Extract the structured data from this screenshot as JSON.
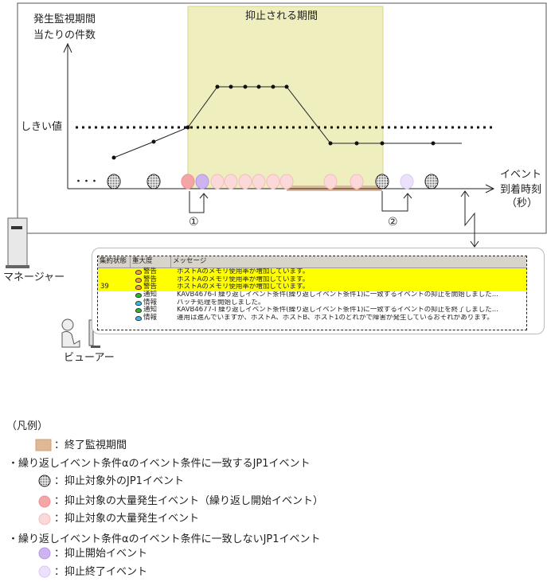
{
  "diagram": {
    "y_axis_label_line1": "発生監視期間",
    "y_axis_label_line2": "当たりの件数",
    "suppressed_period_label": "抑止される期間",
    "threshold_label": "しきい値",
    "x_axis_label_line1": "イベント",
    "x_axis_label_line2": "到着時刻",
    "x_axis_label_line3": "（秒）",
    "ellipsis": "・・・",
    "marker1": "①",
    "marker2": "②",
    "manager_label": "マネージャー",
    "viewer_label": "ビューアー",
    "event_sequence": [
      "outside",
      "outside",
      "start-repeat",
      "suppress-start",
      "mass",
      "mass",
      "mass",
      "mass",
      "mass",
      "mass",
      "mass",
      "mass",
      "outside",
      "suppress-end",
      "outside"
    ],
    "colors": {
      "suppressed_area": "#eeeebf",
      "end_monitor": "#dfb896",
      "outside": "#333333",
      "start_repeat": "#f4a6a6",
      "mass": "#fbd9d9",
      "suppress_start": "#cdb3ef",
      "suppress_end": "#ece0fb"
    }
  },
  "event_list": {
    "columns": [
      "集約状態",
      "重大度",
      "メッセージ"
    ],
    "rows": [
      {
        "aggregate": "",
        "severity": "警告",
        "icon": "warning-icon",
        "message": "ホストAのメモリ使用率が増加しています。",
        "highlight": true
      },
      {
        "aggregate": "",
        "severity": "警告",
        "icon": "warning-icon",
        "message": "ホストAのメモリ使用率が増加しています。",
        "highlight": true
      },
      {
        "aggregate": "39",
        "severity": "警告",
        "icon": "warning-icon",
        "message": "ホストAのメモリ使用率が増加しています。",
        "highlight": true
      },
      {
        "aggregate": "",
        "severity": "通知",
        "icon": "notice-icon",
        "message": "KAVB4676-I 繰り返しイベント条件(繰り返しイベント条件1)に一致するイベントの抑止を開始しました...",
        "highlight": false
      },
      {
        "aggregate": "",
        "severity": "情報",
        "icon": "info-icon",
        "message": "バッチ処理を開始しました。",
        "highlight": false
      },
      {
        "aggregate": "",
        "severity": "通知",
        "icon": "notice-icon",
        "message": "KAVB4677-I 繰り返しイベント条件(繰り返しイベント条件1)に一致するイベントの抑止を終了しました...",
        "highlight": false
      },
      {
        "aggregate": "",
        "severity": "情報",
        "icon": "info-icon",
        "message": "運用は進んでいますが、ホストA、ホストB、ホスト1のどれかで障害が発生しているおそれがあります。",
        "highlight": false
      }
    ]
  },
  "legend": {
    "title": "（凡例）",
    "end_monitor": "：終了監視期間",
    "group1": "・繰り返しイベント条件αのイベント条件に一致するJP1イベント",
    "outside": "：抑止対象外のJP1イベント",
    "start_repeat": "：抑止対象の大量発生イベント（繰り返し開始イベント）",
    "mass": "：抑止対象の大量発生イベント",
    "group2": "・繰り返しイベント条件αのイベント条件に一致しないJP1イベント",
    "suppress_start": "：抑止開始イベント",
    "suppress_end": "：抑止終了イベント"
  }
}
